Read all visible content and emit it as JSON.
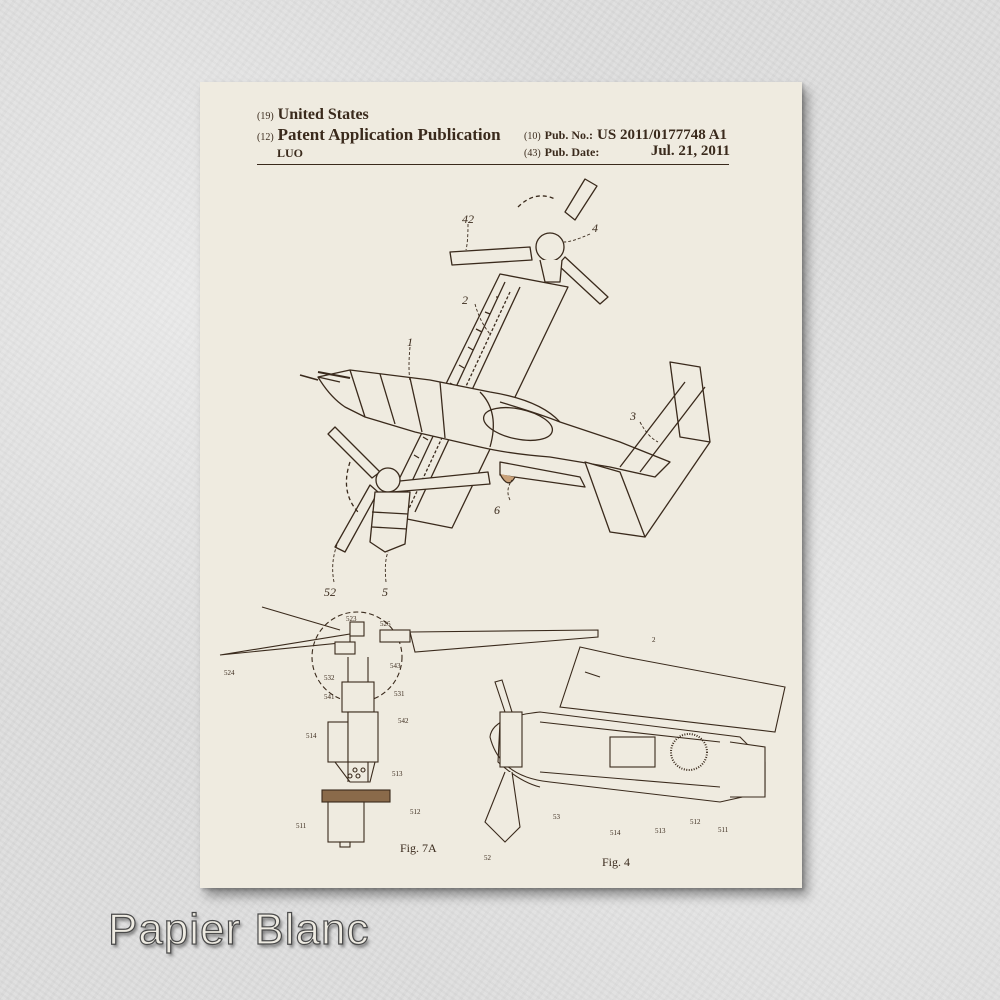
{
  "poster": {
    "paper_color": "#efebe0",
    "ink_color": "#3a2a1c",
    "header": {
      "country_code": "(19)",
      "country": "United States",
      "type_code": "(12)",
      "type": "Patent Application Publication",
      "inventor": "LUO",
      "pub_no_code": "(10)",
      "pub_no_label": "Pub. No.:",
      "pub_no": "US 2011/0177748 A1",
      "pub_date_code": "(43)",
      "pub_date_label": "Pub. Date:",
      "pub_date": "Jul. 21, 2011"
    },
    "figure_main": {
      "labels": [
        "42",
        "4",
        "2",
        "1",
        "3",
        "6",
        "52",
        "5"
      ]
    },
    "figure_7a": {
      "caption": "Fig. 7A",
      "labels": [
        "523",
        "526",
        "524",
        "543",
        "532",
        "541",
        "531",
        "542",
        "514",
        "513",
        "512",
        "511"
      ]
    },
    "figure_4": {
      "caption": "Fig. 4",
      "labels": [
        "2",
        "53",
        "514",
        "513",
        "512",
        "511",
        "52"
      ]
    }
  },
  "caption": {
    "text": "Papier Blanc"
  }
}
